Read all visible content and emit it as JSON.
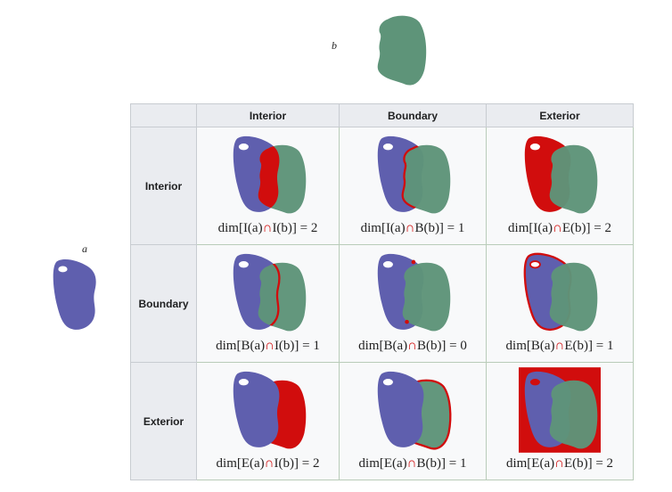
{
  "labels": {
    "a": "a",
    "b": "b"
  },
  "colors": {
    "a": "#5f5fae",
    "b": "#5e9479",
    "highlight": "#d10d0d"
  },
  "columns": [
    "Interior",
    "Boundary",
    "Exterior"
  ],
  "rows": [
    {
      "label": "Interior",
      "cells": [
        {
          "type": "II",
          "left": "dim[I(a)",
          "op": "∩",
          "right": "I(b)] = 2"
        },
        {
          "type": "IB",
          "left": "dim[I(a)",
          "op": "∩",
          "right": "B(b)] = 1"
        },
        {
          "type": "IE",
          "left": "dim[I(a)",
          "op": "∩",
          "right": "E(b)] = 2"
        }
      ]
    },
    {
      "label": "Boundary",
      "cells": [
        {
          "type": "BI",
          "left": "dim[B(a)",
          "op": "∩",
          "right": "I(b)] = 1"
        },
        {
          "type": "BB",
          "left": "dim[B(a)",
          "op": "∩",
          "right": "B(b)] = 0"
        },
        {
          "type": "BE",
          "left": "dim[B(a)",
          "op": "∩",
          "right": "E(b)] = 1"
        }
      ]
    },
    {
      "label": "Exterior",
      "cells": [
        {
          "type": "EI",
          "left": "dim[E(a)",
          "op": "∩",
          "right": "I(b)] = 2"
        },
        {
          "type": "EB",
          "left": "dim[E(a)",
          "op": "∩",
          "right": "B(b)] = 1"
        },
        {
          "type": "EE",
          "left": "dim[E(a)",
          "op": "∩",
          "right": "E(b)] = 2"
        }
      ]
    }
  ]
}
